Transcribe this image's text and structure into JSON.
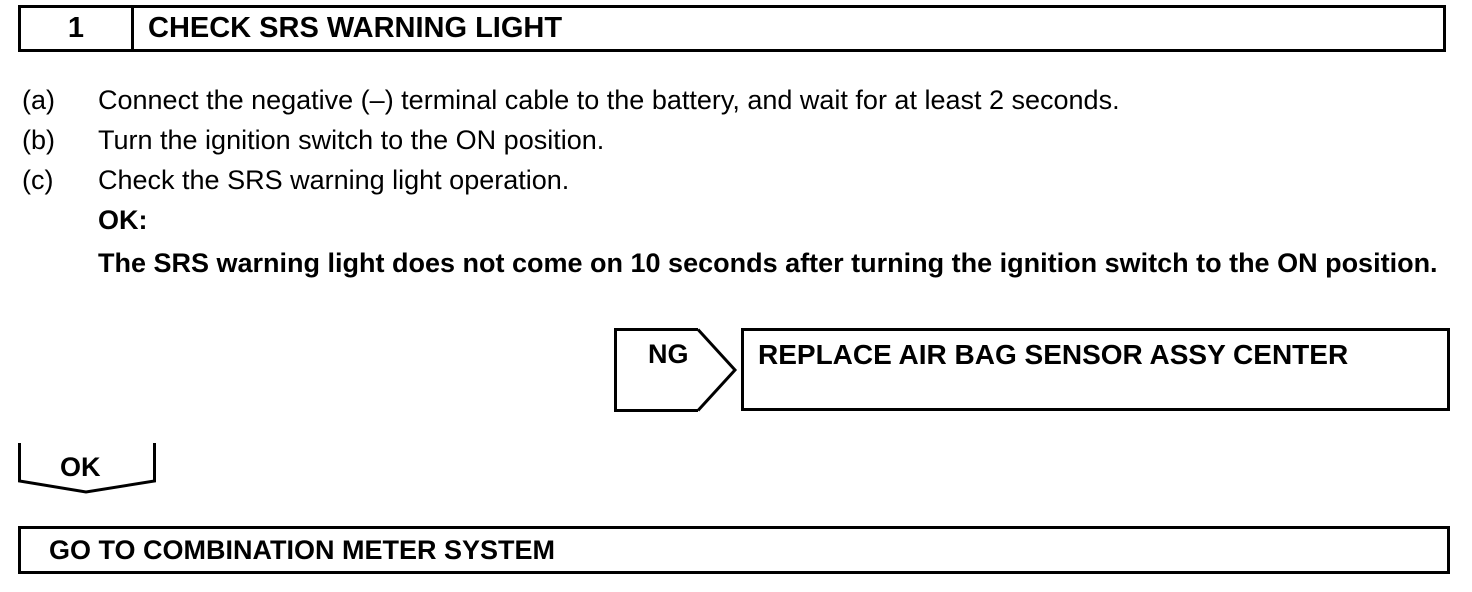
{
  "step": {
    "number": "1",
    "title": "CHECK SRS WARNING LIGHT"
  },
  "instructions": [
    {
      "mark": "(a)",
      "text": "Connect the negative (–) terminal cable to the battery, and wait for at least 2 seconds."
    },
    {
      "mark": "(b)",
      "text": "Turn the ignition switch to the ON position."
    },
    {
      "mark": "(c)",
      "text": "Check the SRS warning light operation."
    }
  ],
  "ok_result": {
    "label": "OK:",
    "text": "The SRS warning light does not come on 10 seconds after turning the ignition switch to the ON position."
  },
  "ng_branch": {
    "label": "NG",
    "action": "REPLACE AIR BAG SENSOR ASSY CENTER"
  },
  "ok_branch": {
    "label": "OK"
  },
  "next_step": {
    "text": "GO TO COMBINATION METER SYSTEM"
  }
}
